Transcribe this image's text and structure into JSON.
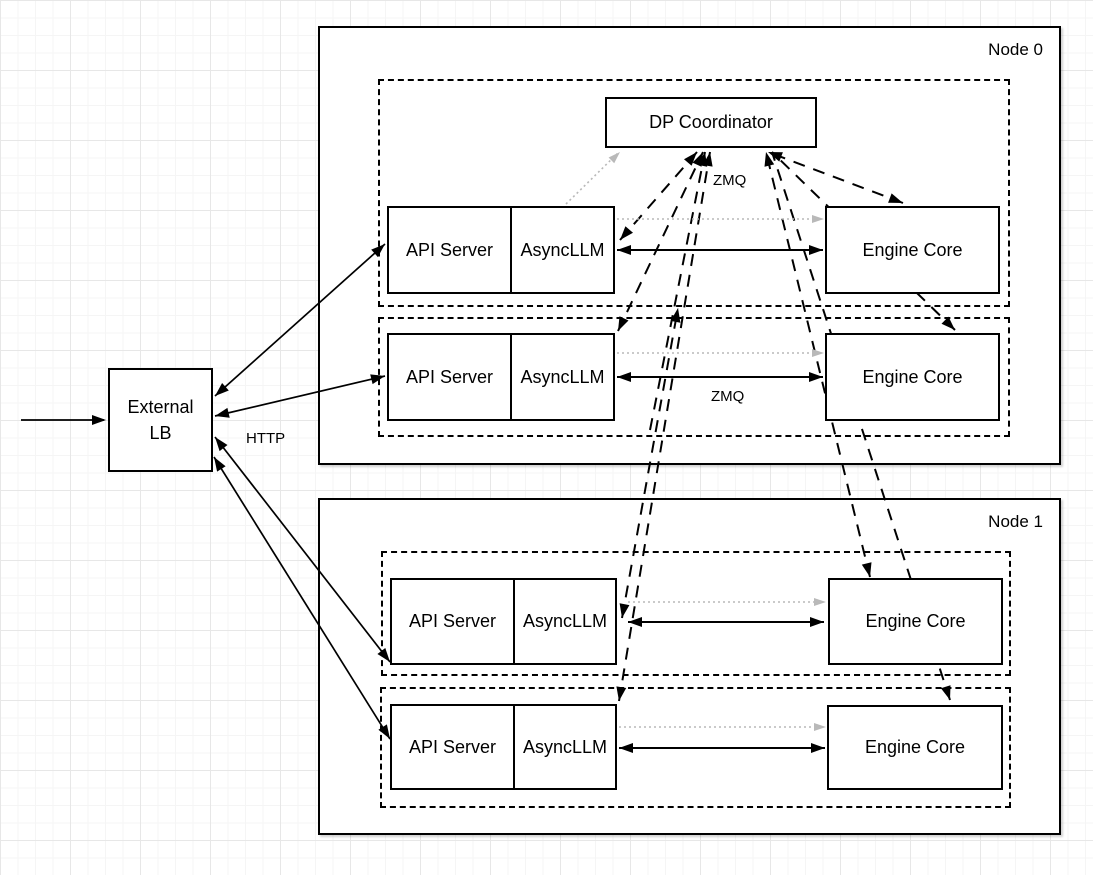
{
  "diagram": {
    "nodes": {
      "node0_label": "Node 0",
      "node1_label": "Node 1"
    },
    "external_lb": {
      "line1": "External",
      "line2": "LB"
    },
    "dp_coordinator_label": "DP Coordinator",
    "labels": {
      "zmq_coordinator": "ZMQ",
      "zmq_row2": "ZMQ",
      "http": "HTTP"
    },
    "rows": [
      {
        "api": "API Server",
        "async": "AsyncLLM",
        "engine": "Engine Core"
      },
      {
        "api": "API Server",
        "async": "AsyncLLM",
        "engine": "Engine Core"
      },
      {
        "api": "API Server",
        "async": "AsyncLLM",
        "engine": "Engine Core"
      },
      {
        "api": "API Server",
        "async": "AsyncLLM",
        "engine": "Engine Core"
      }
    ],
    "colors": {
      "line": "#000000",
      "gray_arrow": "#b9b9b9",
      "grid_minor": "#f5f5f5",
      "grid_major": "#e7e7e7",
      "box_fill": "#ffffff"
    }
  }
}
